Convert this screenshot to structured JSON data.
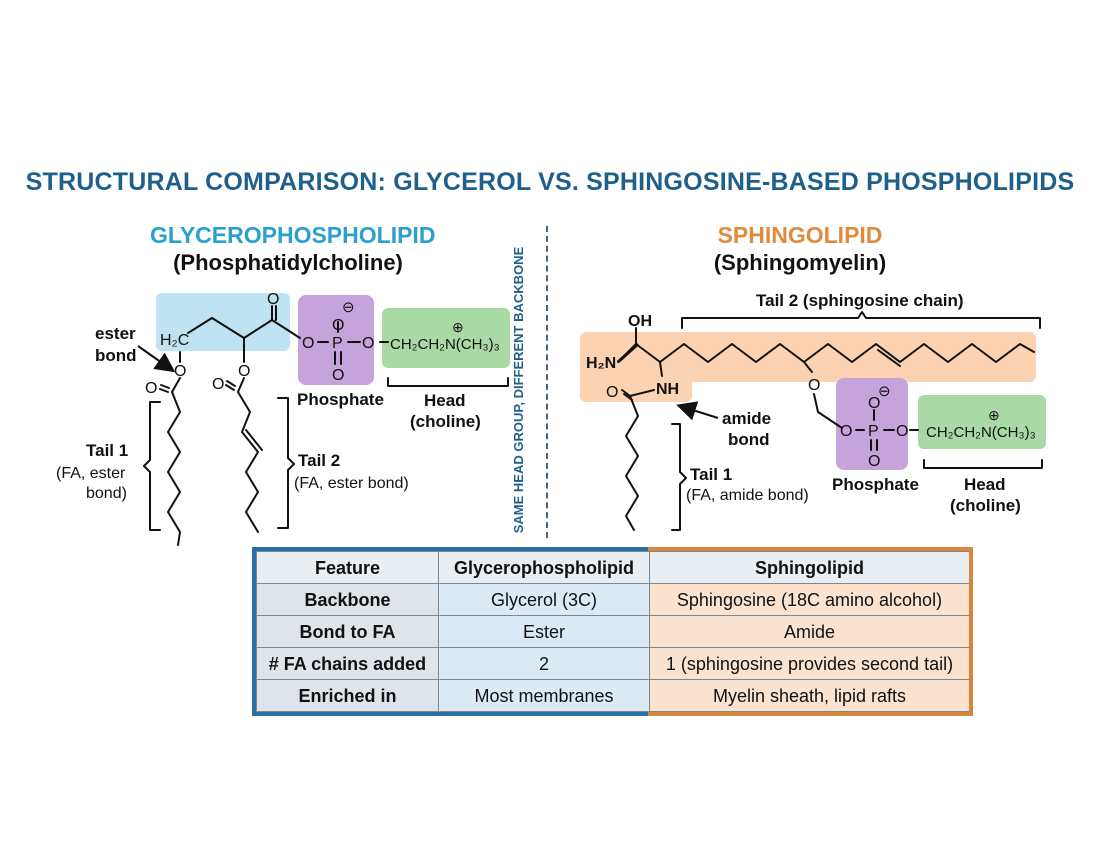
{
  "title": "STRUCTURAL COMPARISON: GLYCEROL VS. SPHINGOSINE-BASED PHOSPHOLIPIDS",
  "divider_label": "SAME HEAD GROUP, DIFFERENT BACKBONE",
  "glycero": {
    "heading": "GLYCEROPHOSPHOLIPID",
    "subheading": "(Phosphatidylcholine)",
    "ester_label_1": "ester",
    "ester_label_2": "bond",
    "h2c": "H₂C",
    "phosphate": "Phosphate",
    "head_1": "Head",
    "head_2": "(choline)",
    "tail1_1": "Tail 1",
    "tail1_2": "(FA, ester",
    "tail1_3": "bond)",
    "tail2_1": "Tail 2",
    "tail2_2": "(FA, ester bond)",
    "choline": "CH₂CH₂N(CH₃)₃"
  },
  "sphingo": {
    "heading": "SPHINGOLIPID",
    "subheading": "(Sphingomyelin)",
    "tail2": "Tail 2 (sphingosine chain)",
    "oh": "OH",
    "h2n": "H₂N",
    "nh": "NH",
    "amide_1": "amide",
    "amide_2": "bond",
    "tail1_1": "Tail 1",
    "tail1_2": "(FA, amide bond)",
    "phosphate": "Phosphate",
    "head_1": "Head",
    "head_2": "(choline)",
    "choline": "CH₂CH₂N(CH₃)₃"
  },
  "atoms": {
    "O": "O",
    "P": "P",
    "minus": "⊖",
    "plus": "⊕"
  },
  "colors": {
    "backbone_glycerol": "#bfe3f3",
    "backbone_sphingo": "#fbd3b3",
    "phosphate": "#c7a3dc",
    "choline": "#a9d9a4",
    "title": "#1f5f8b",
    "glyc_heading": "#2aa0cc",
    "sph_heading": "#e08a3c"
  },
  "table": {
    "headers": [
      "Feature",
      "Glycerophospholipid",
      "Sphingolipid"
    ],
    "rows": [
      [
        "Backbone",
        "Glycerol (3C)",
        "Sphingosine (18C amino alcohol)"
      ],
      [
        "Bond to FA",
        "Ester",
        "Amide"
      ],
      [
        "# FA chains added",
        "2",
        "1 (sphingosine provides second tail)"
      ],
      [
        "Enriched in",
        "Most membranes",
        "Myelin sheath, lipid rafts"
      ]
    ]
  }
}
